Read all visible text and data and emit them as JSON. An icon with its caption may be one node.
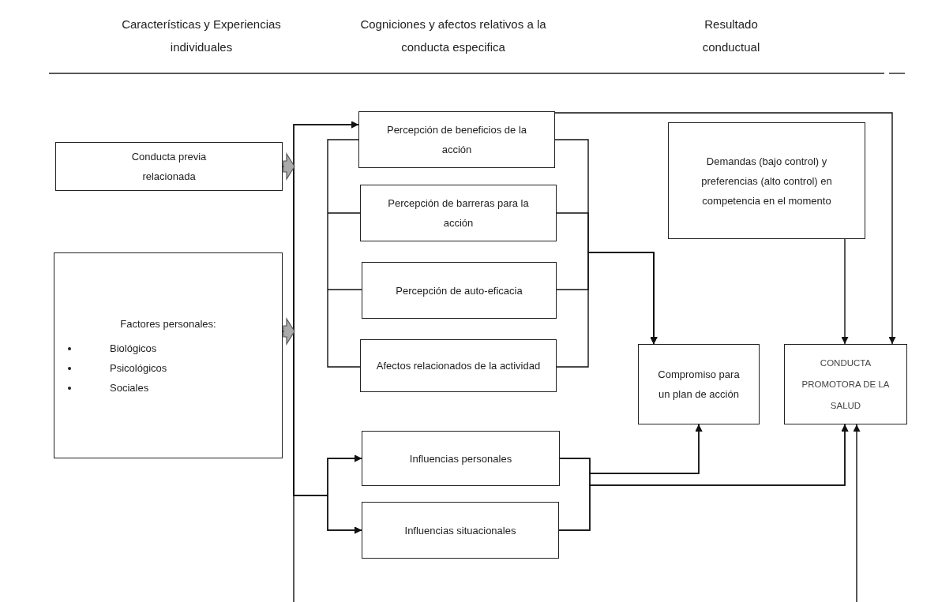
{
  "diagram": {
    "nodes": [
      {
        "text": [
          "Conducta previa relacionada"
        ]
      },
      {
        "text": [
          "Factores personales:",
          "Biológicos",
          "Psicológicos",
          "Sociales"
        ]
      },
      {
        "text": [
          "Percepción de beneficios de la acción"
        ]
      },
      {
        "text": [
          "Percepción de barreras para la acción"
        ]
      },
      {
        "text": [
          "Percepción de auto-eficacia"
        ]
      },
      {
        "text": [
          "Afectos relacionados de la actividad"
        ]
      },
      {
        "text": [
          "Demandas (bajo control) y preferencias (alto control) en competencia en el momento"
        ]
      },
      {
        "text": [
          "Compromiso para un plan de acción"
        ]
      },
      {
        "text": [
          "CONDUCTA PROMOTORA DE LA SALUD"
        ]
      },
      {
        "text": [
          "Influencias personales"
        ]
      },
      {
        "text": [
          "Influencias situacionales"
        ]
      }
    ],
    "edges": [
      {
        "from": 0,
        "to": 2,
        "arrow": "to"
      },
      {
        "from": 1,
        "to": 2,
        "arrow": "to"
      },
      {
        "from": 0,
        "to": 9,
        "arrow": "to"
      },
      {
        "from": 0,
        "to": 10,
        "arrow": "to"
      },
      {
        "from": 1,
        "to": 9,
        "arrow": "to"
      },
      {
        "from": 1,
        "to": 10,
        "arrow": "to"
      },
      {
        "from": 2,
        "to": 7,
        "arrow": "to"
      },
      {
        "from": 3,
        "to": 7,
        "arrow": "to"
      },
      {
        "from": 4,
        "to": 7,
        "arrow": "to"
      },
      {
        "from": 5,
        "to": 7,
        "arrow": "to"
      },
      {
        "from": 9,
        "to": 7,
        "arrow": "to"
      },
      {
        "from": 10,
        "to": 7,
        "arrow": "to"
      },
      {
        "from": 9,
        "to": 8,
        "arrow": "to"
      },
      {
        "from": 10,
        "to": 8,
        "arrow": "to"
      },
      {
        "from": 2,
        "to": 8,
        "arrow": "to"
      },
      {
        "from": 6,
        "to": 8,
        "arrow": "to"
      },
      {
        "from": null,
        "to": 8,
        "arrow": "to"
      }
    ],
    "labels": [
      "Características y Experiencias individuales",
      "Cogniciones y afectos relativos a la conducta especifica",
      "Resultado conductual"
    ]
  }
}
